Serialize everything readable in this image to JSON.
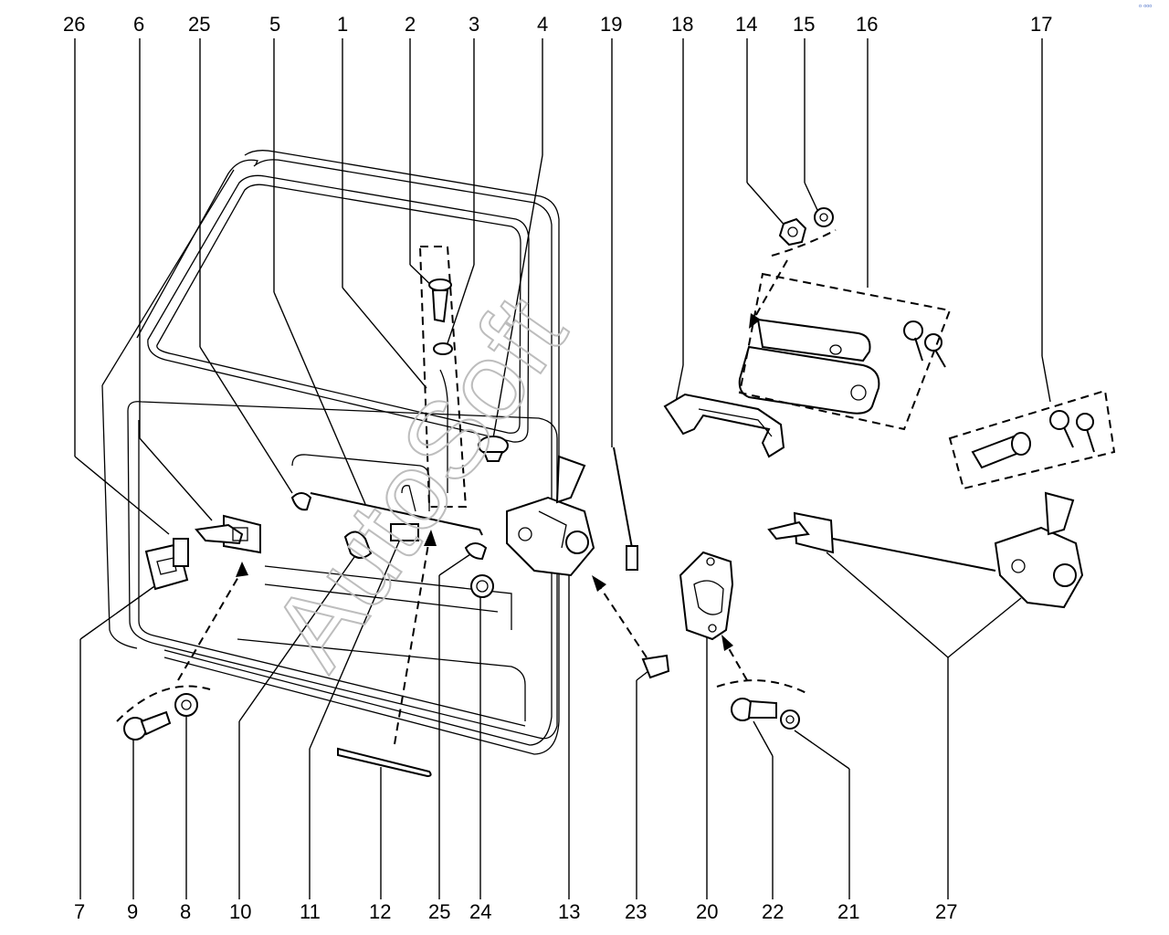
{
  "labels_top": [
    "26",
    "6",
    "25",
    "5",
    "1",
    "2",
    "3",
    "4",
    "19",
    "18",
    "14",
    "15",
    "16",
    "17"
  ],
  "labels_bottom": [
    "7",
    "9",
    "8",
    "10",
    "11",
    "12",
    "25",
    "24",
    "13",
    "23",
    "20",
    "22",
    "21",
    "27"
  ],
  "watermark": "AutoSoft",
  "corner_mark": "ᵒ ᵒᵒᵒ"
}
